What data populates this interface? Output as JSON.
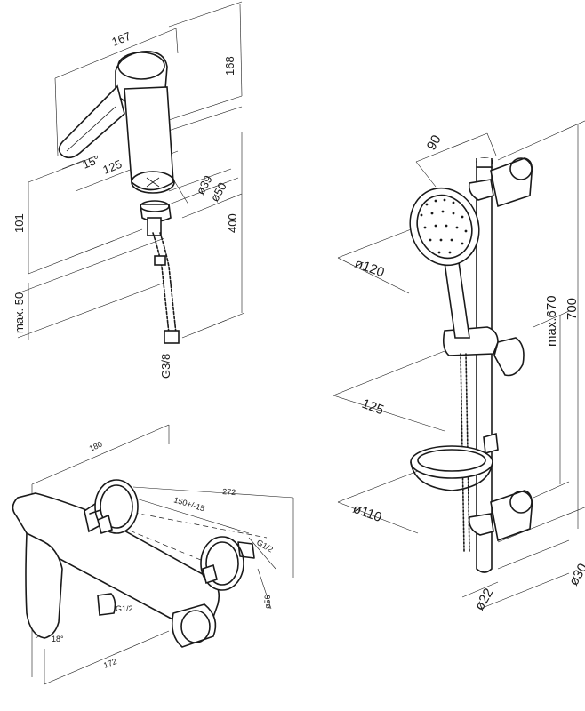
{
  "basin_mixer": {
    "dim_width": "167",
    "dim_height_total": "168",
    "dim_angle": "15°",
    "dim_spout_reach": "125",
    "dim_d39": "ø39",
    "dim_d50": "ø50",
    "dim_101": "101",
    "dim_400": "400",
    "dim_max50": "max. 50",
    "dim_thread": "G3/8"
  },
  "shower_set": {
    "dim_90": "90",
    "dim_d120": "ø120",
    "dim_125": "125",
    "dim_d110": "ø110",
    "dim_max670": "max.670",
    "dim_700": "700",
    "dim_d22": "ø22",
    "dim_d30": "ø30"
  },
  "bath_mixer": {
    "dim_180": "180",
    "dim_272": "272",
    "dim_150": "150+/-15",
    "dim_g12_right": "G1/2",
    "dim_g12_bottom": "G1/2",
    "dim_d56": "ø56",
    "dim_angle": "18°",
    "dim_172": "172"
  }
}
